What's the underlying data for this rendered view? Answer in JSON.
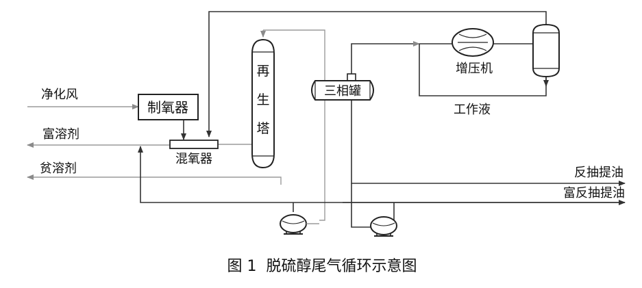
{
  "labels": {
    "clean_air": "净化风",
    "oxygen_maker": "制氧器",
    "rich_solvent": "富溶剂",
    "lean_solvent": "贫溶剂",
    "oxygen_mixer": "混氧器",
    "regen_tower": [
      "再",
      "生",
      "塔"
    ],
    "three_phase_tank": "三相罐",
    "booster": "增压机",
    "working_fluid": "工作液",
    "back_extract_oil": "反抽提油",
    "rich_back_extract_oil": "富反抽提油"
  },
  "caption": "图 1  脱硫醇尾气循环示意图"
}
